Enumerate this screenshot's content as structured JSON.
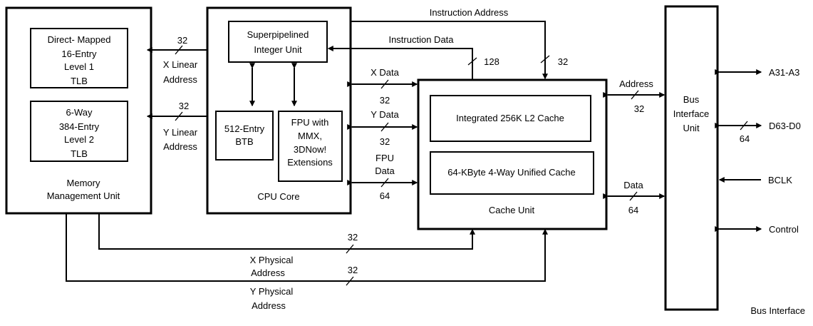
{
  "mmu": {
    "tlb1": [
      "Direct- Mapped",
      "16-Entry",
      "Level 1",
      "TLB"
    ],
    "tlb2": [
      "6-Way",
      "384-Entry",
      "Level 2",
      "TLB"
    ],
    "label": [
      "Memory",
      "Management Unit"
    ]
  },
  "cpu": {
    "integer_unit": [
      "Superpipelined",
      "Integer Unit"
    ],
    "btb": [
      "512-Entry",
      "BTB"
    ],
    "fpu": [
      "FPU with",
      "MMX,",
      "3DNow!",
      "Extensions"
    ],
    "label": "CPU Core"
  },
  "cache": {
    "l2": "Integrated 256K L2 Cache",
    "l1": "64-KByte 4-Way Unified Cache",
    "label": "Cache Unit"
  },
  "bus_unit": {
    "label": [
      "Bus",
      "Interface",
      "Unit"
    ],
    "caption": "Bus Interface"
  },
  "signals": {
    "x_linear": {
      "width": "32",
      "label": [
        "X Linear",
        "Address"
      ]
    },
    "y_linear": {
      "width": "32",
      "label": [
        "Y Linear",
        "Address"
      ]
    },
    "instruction_address": {
      "label": "Instruction Address",
      "width": "32"
    },
    "instruction_data": {
      "label": "Instruction Data",
      "width": "128"
    },
    "x_data": {
      "label": "X Data",
      "width": "32"
    },
    "y_data": {
      "label": "Y Data",
      "width": "32"
    },
    "fpu_data": {
      "label": [
        "FPU",
        "Data"
      ],
      "width": "64"
    },
    "address": {
      "label": "Address",
      "width": "32"
    },
    "data": {
      "label": "Data",
      "width": "64"
    },
    "x_physical": {
      "width": "32",
      "label": [
        "X Physical",
        "Address"
      ]
    },
    "y_physical": {
      "width": "32",
      "label": [
        "Y Physical",
        "Address"
      ]
    }
  },
  "pins": {
    "a": "A31-A3",
    "d": "D63-D0",
    "d_width": "64",
    "bclk": "BCLK",
    "control": "Control"
  }
}
